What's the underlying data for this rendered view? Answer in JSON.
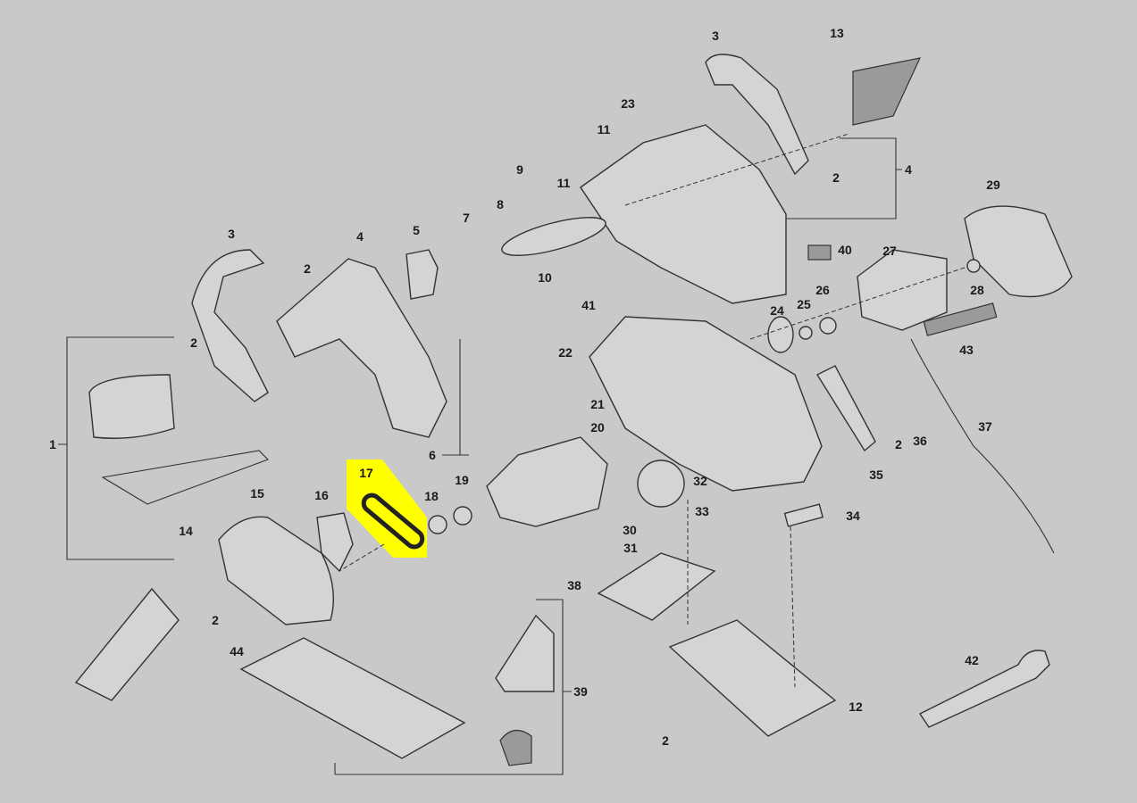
{
  "diagram": {
    "title": "Exploded parts view",
    "highlight_color": "#ffff00",
    "highlighted_part": "17",
    "part_labels": [
      "13",
      "3",
      "23",
      "11",
      "9",
      "11",
      "8",
      "7",
      "2",
      "4",
      "29",
      "3",
      "4",
      "5",
      "2",
      "10",
      "40",
      "27",
      "26",
      "25",
      "24",
      "28",
      "41",
      "22",
      "43",
      "2",
      "21",
      "20",
      "37",
      "36",
      "2",
      "1",
      "6",
      "17",
      "18",
      "19",
      "32",
      "35",
      "15",
      "16",
      "33",
      "34",
      "30",
      "14",
      "31",
      "38",
      "2",
      "44",
      "42",
      "39",
      "12",
      "2"
    ]
  }
}
